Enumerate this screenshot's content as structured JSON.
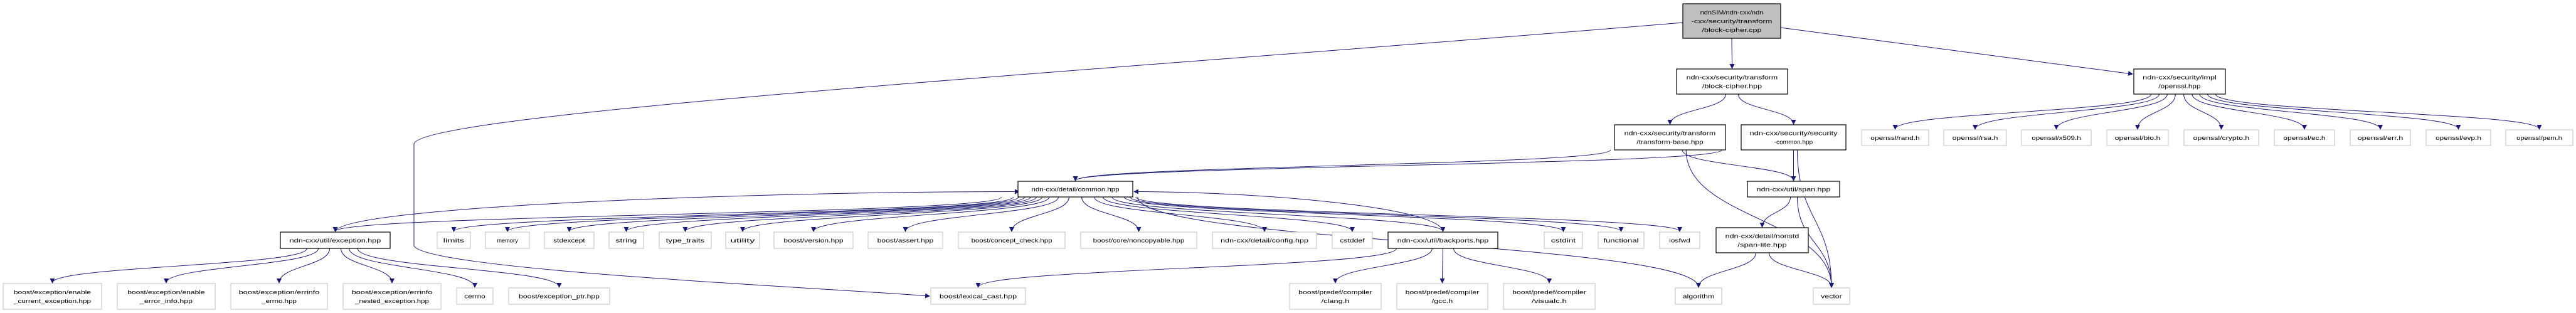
{
  "colors": {
    "edge": "#191970",
    "main_fill": "#bfbfbf",
    "internal_border": "#000000",
    "external_border": "#bfbfbf",
    "background": "#ffffff"
  },
  "nodes": [
    {
      "id": "cpp",
      "kind": "main",
      "lines": [
        "ndnSIM/ndn-cxx/ndn",
        "-cxx/security/transform",
        "/block-cipher.cpp"
      ]
    },
    {
      "id": "bch",
      "kind": "internal",
      "lines": [
        "ndn-cxx/security/transform",
        "/block-cipher.hpp"
      ]
    },
    {
      "id": "ossl",
      "kind": "internal",
      "lines": [
        "ndn-cxx/security/impl",
        "/openssl.hpp"
      ]
    },
    {
      "id": "tb",
      "kind": "internal",
      "lines": [
        "ndn-cxx/security/transform",
        "/transform-base.hpp"
      ]
    },
    {
      "id": "sc",
      "kind": "internal",
      "lines": [
        "ndn-cxx/security/security",
        "-common.hpp"
      ]
    },
    {
      "id": "rand",
      "kind": "external",
      "lines": [
        "openssl/rand.h"
      ]
    },
    {
      "id": "rsa",
      "kind": "external",
      "lines": [
        "openssl/rsa.h"
      ]
    },
    {
      "id": "x509",
      "kind": "external",
      "lines": [
        "openssl/x509.h"
      ]
    },
    {
      "id": "bio",
      "kind": "external",
      "lines": [
        "openssl/bio.h"
      ]
    },
    {
      "id": "crypto",
      "kind": "external",
      "lines": [
        "openssl/crypto.h"
      ]
    },
    {
      "id": "ec",
      "kind": "external",
      "lines": [
        "openssl/ec.h"
      ]
    },
    {
      "id": "err",
      "kind": "external",
      "lines": [
        "openssl/err.h"
      ]
    },
    {
      "id": "evp",
      "kind": "external",
      "lines": [
        "openssl/evp.h"
      ]
    },
    {
      "id": "pem",
      "kind": "external",
      "lines": [
        "openssl/pem.h"
      ]
    },
    {
      "id": "common",
      "kind": "internal",
      "lines": [
        "ndn-cxx/detail/common.hpp"
      ]
    },
    {
      "id": "span",
      "kind": "internal",
      "lines": [
        "ndn-cxx/util/span.hpp"
      ]
    },
    {
      "id": "exc",
      "kind": "internal",
      "lines": [
        "ndn-cxx/util/exception.hpp"
      ]
    },
    {
      "id": "limits",
      "kind": "external",
      "lines": [
        "limits"
      ]
    },
    {
      "id": "memory",
      "kind": "external",
      "lines": [
        "memory"
      ]
    },
    {
      "id": "stdexcept",
      "kind": "external",
      "lines": [
        "stdexcept"
      ]
    },
    {
      "id": "string",
      "kind": "external",
      "lines": [
        "string"
      ]
    },
    {
      "id": "type_traits",
      "kind": "external",
      "lines": [
        "type_traits"
      ]
    },
    {
      "id": "utility",
      "kind": "external",
      "lines": [
        "utility"
      ]
    },
    {
      "id": "version",
      "kind": "external",
      "lines": [
        "boost/version.hpp"
      ]
    },
    {
      "id": "assert",
      "kind": "external",
      "lines": [
        "boost/assert.hpp"
      ]
    },
    {
      "id": "concept",
      "kind": "external",
      "lines": [
        "boost/concept_check.hpp"
      ]
    },
    {
      "id": "noncopy",
      "kind": "external",
      "lines": [
        "boost/core/noncopyable.hpp"
      ]
    },
    {
      "id": "config",
      "kind": "external",
      "lines": [
        "ndn-cxx/detail/config.hpp"
      ]
    },
    {
      "id": "cstddef",
      "kind": "external",
      "lines": [
        "cstddef"
      ]
    },
    {
      "id": "backports",
      "kind": "internal",
      "lines": [
        "ndn-cxx/util/backports.hpp"
      ]
    },
    {
      "id": "cstdint",
      "kind": "external",
      "lines": [
        "cstdint"
      ]
    },
    {
      "id": "functional",
      "kind": "external",
      "lines": [
        "functional"
      ]
    },
    {
      "id": "iosfwd",
      "kind": "external",
      "lines": [
        "iosfwd"
      ]
    },
    {
      "id": "spanlite",
      "kind": "internal",
      "lines": [
        "ndn-cxx/detail/nonstd",
        "/span-lite.hpp"
      ]
    },
    {
      "id": "ecur",
      "kind": "external",
      "lines": [
        "boost/exception/enable",
        "_current_exception.hpp"
      ]
    },
    {
      "id": "eei",
      "kind": "external",
      "lines": [
        "boost/exception/enable",
        "_error_info.hpp"
      ]
    },
    {
      "id": "errno",
      "kind": "external",
      "lines": [
        "boost/exception/errinfo",
        "_errno.hpp"
      ]
    },
    {
      "id": "nested",
      "kind": "external",
      "lines": [
        "boost/exception/errinfo",
        "_nested_exception.hpp"
      ]
    },
    {
      "id": "cerrno",
      "kind": "external",
      "lines": [
        "cerrno"
      ]
    },
    {
      "id": "eptr",
      "kind": "external",
      "lines": [
        "boost/exception_ptr.hpp"
      ]
    },
    {
      "id": "lexical",
      "kind": "external",
      "lines": [
        "boost/lexical_cast.hpp"
      ]
    },
    {
      "id": "clang",
      "kind": "external",
      "lines": [
        "boost/predef/compiler",
        "/clang.h"
      ]
    },
    {
      "id": "gcc",
      "kind": "external",
      "lines": [
        "boost/predef/compiler",
        "/gcc.h"
      ]
    },
    {
      "id": "visualc",
      "kind": "external",
      "lines": [
        "boost/predef/compiler",
        "/visualc.h"
      ]
    },
    {
      "id": "algorithm",
      "kind": "external",
      "lines": [
        "algorithm"
      ]
    },
    {
      "id": "vector",
      "kind": "external",
      "lines": [
        "vector"
      ]
    }
  ],
  "edges": [
    [
      "cpp",
      "bch"
    ],
    [
      "cpp",
      "ossl"
    ],
    [
      "cpp",
      "lexical"
    ],
    [
      "bch",
      "tb"
    ],
    [
      "bch",
      "sc"
    ],
    [
      "ossl",
      "rand"
    ],
    [
      "ossl",
      "rsa"
    ],
    [
      "ossl",
      "x509"
    ],
    [
      "ossl",
      "bio"
    ],
    [
      "ossl",
      "crypto"
    ],
    [
      "ossl",
      "ec"
    ],
    [
      "ossl",
      "err"
    ],
    [
      "ossl",
      "evp"
    ],
    [
      "ossl",
      "pem"
    ],
    [
      "tb",
      "common"
    ],
    [
      "tb",
      "span"
    ],
    [
      "tb",
      "vector"
    ],
    [
      "sc",
      "common"
    ],
    [
      "sc",
      "span"
    ],
    [
      "sc",
      "vector"
    ],
    [
      "span",
      "spanlite"
    ],
    [
      "span",
      "vector"
    ],
    [
      "spanlite",
      "algorithm"
    ],
    [
      "spanlite",
      "vector"
    ],
    [
      "common",
      "exc"
    ],
    [
      "common",
      "limits"
    ],
    [
      "common",
      "memory"
    ],
    [
      "common",
      "stdexcept"
    ],
    [
      "common",
      "string"
    ],
    [
      "common",
      "type_traits"
    ],
    [
      "common",
      "utility"
    ],
    [
      "common",
      "version"
    ],
    [
      "common",
      "assert"
    ],
    [
      "common",
      "concept"
    ],
    [
      "common",
      "noncopy"
    ],
    [
      "common",
      "config"
    ],
    [
      "common",
      "cstddef"
    ],
    [
      "common",
      "backports"
    ],
    [
      "common",
      "cstdint"
    ],
    [
      "common",
      "functional"
    ],
    [
      "common",
      "iosfwd"
    ],
    [
      "common",
      "algorithm"
    ],
    [
      "exc",
      "common"
    ],
    [
      "exc",
      "ecur"
    ],
    [
      "exc",
      "eei"
    ],
    [
      "exc",
      "errno"
    ],
    [
      "exc",
      "nested"
    ],
    [
      "exc",
      "cerrno"
    ],
    [
      "exc",
      "eptr"
    ],
    [
      "backports",
      "common"
    ],
    [
      "backports",
      "lexical"
    ],
    [
      "backports",
      "clang"
    ],
    [
      "backports",
      "gcc"
    ],
    [
      "backports",
      "visualc"
    ]
  ]
}
